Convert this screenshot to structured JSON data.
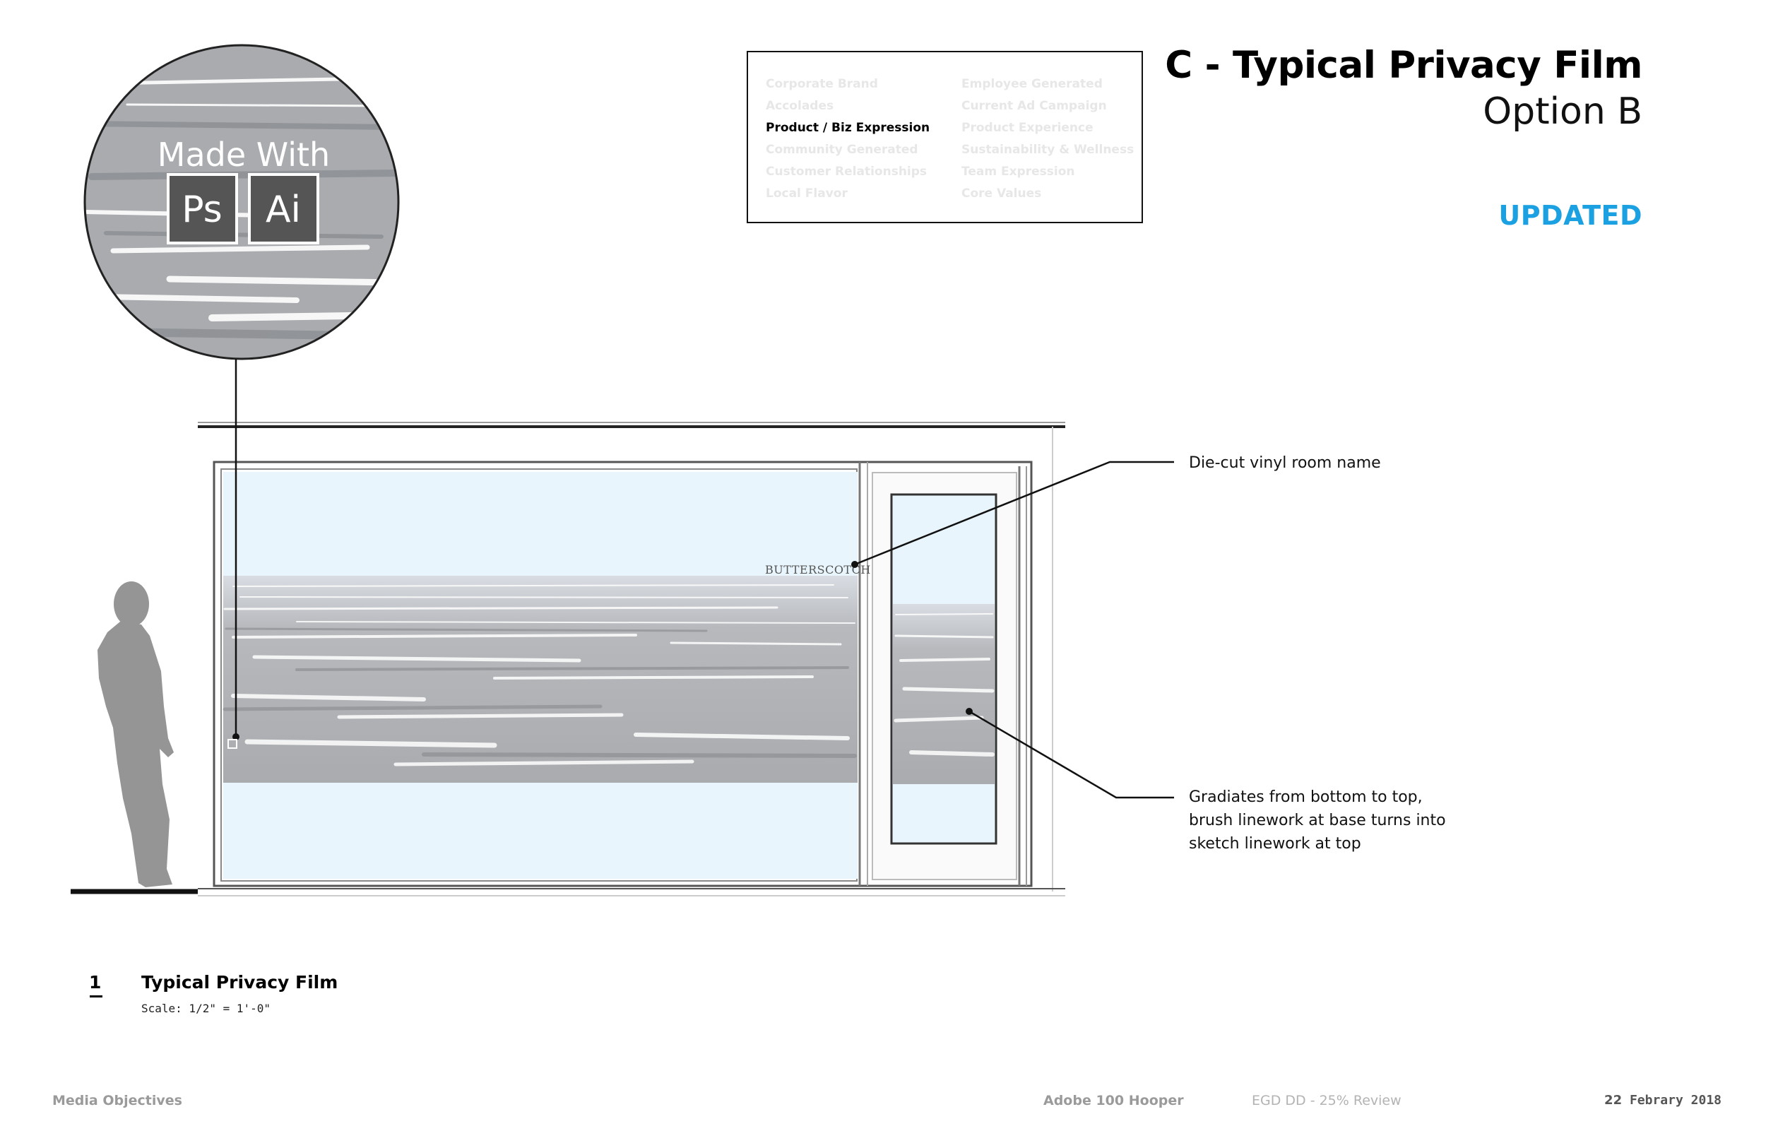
{
  "header": {
    "title": "C - Typical Privacy Film",
    "subtitle": "Option B",
    "status": "UPDATED",
    "status_color": "#1ba1e2"
  },
  "objectives": {
    "column_1": [
      "Corporate Brand",
      "Accolades",
      "Product / Biz Expression",
      "Community Generated",
      "Customer Relationships",
      "Local Flavor"
    ],
    "column_2": [
      "Employee Generated",
      "Current Ad Campaign",
      "Product Experience",
      "Sustainability & Wellness",
      "Team Expression",
      "Core Values"
    ],
    "active": "Product / Biz Expression"
  },
  "detail_callout": {
    "text": "Made With",
    "icons": [
      {
        "label": "Ps",
        "icon": "photoshop-icon"
      },
      {
        "label": "Ai",
        "icon": "illustrator-icon"
      }
    ]
  },
  "drawing": {
    "room_name": "BUTTERSCOTCH",
    "callouts": [
      {
        "lines": [
          "Die-cut vinyl room name"
        ]
      },
      {
        "lines": [
          "Gradiates from bottom to top,",
          "brush linework at base turns into",
          "sketch linework at top"
        ]
      }
    ],
    "glass_color": "#e8f5fc",
    "film_color": "#b4b5b8"
  },
  "figure": {
    "number": "1",
    "title": "Typical Privacy Film",
    "scale": "Scale: 1/2\" = 1'-0\""
  },
  "footer": {
    "left": "Media Objectives",
    "project": "Adobe 100 Hooper",
    "review": "EGD DD - 25%  Review",
    "date_day": "22",
    "date_rest": " Febrary 2018"
  }
}
